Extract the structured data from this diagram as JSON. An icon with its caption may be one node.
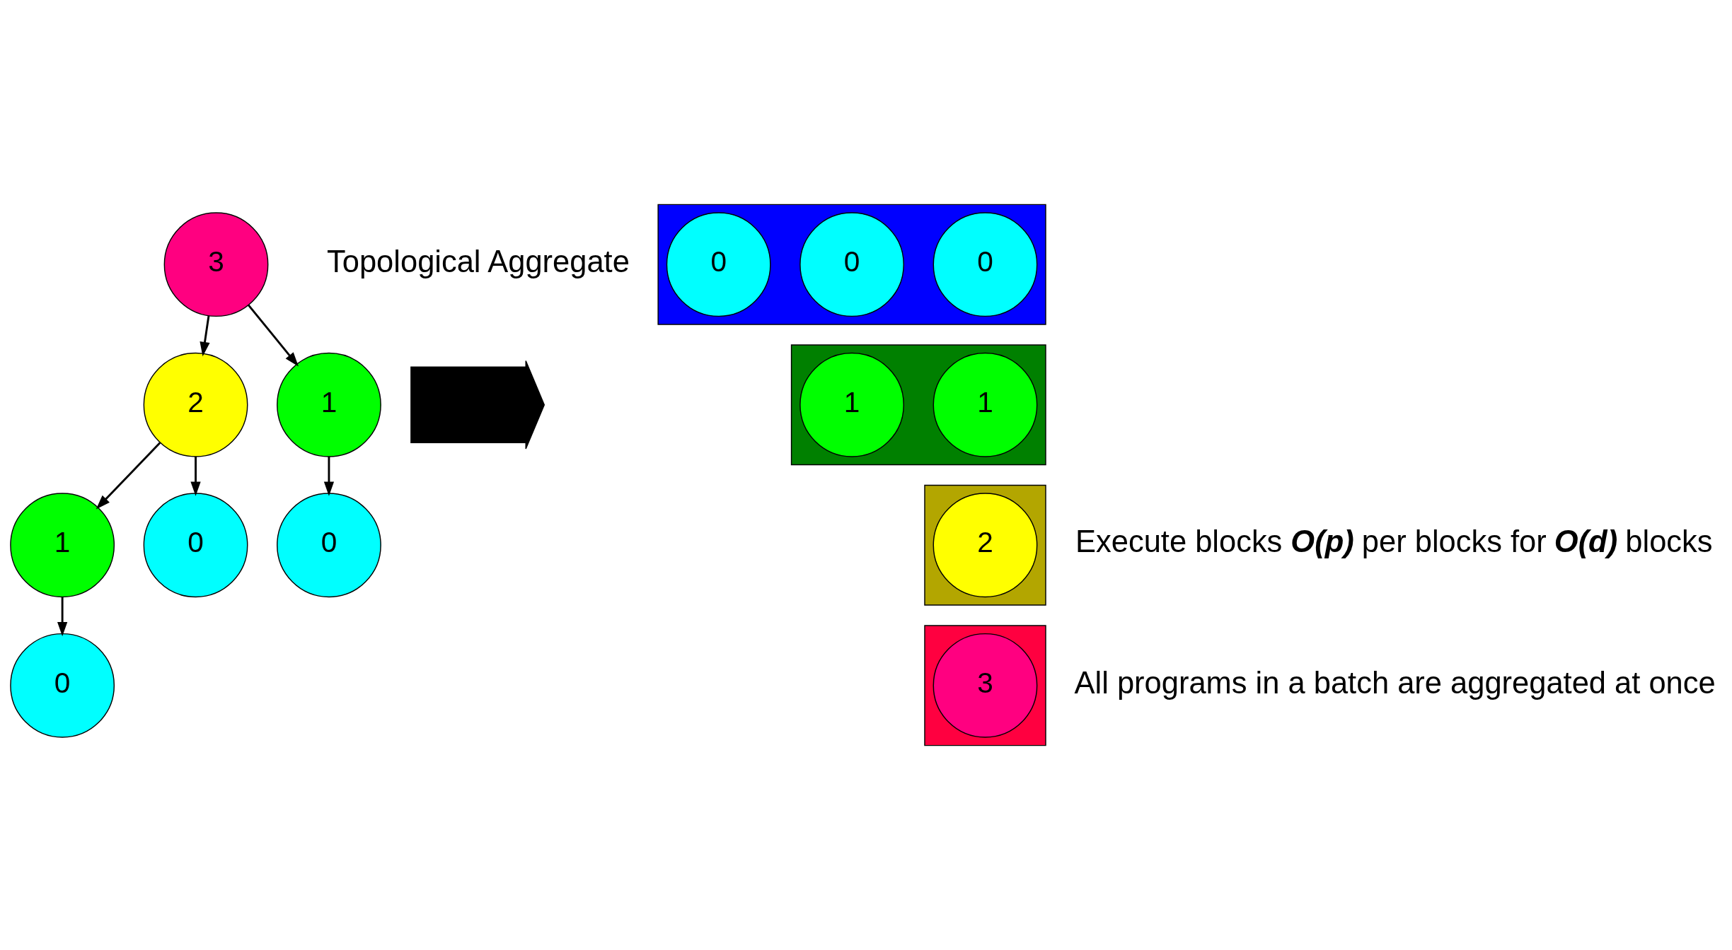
{
  "diagram": {
    "nodes": [
      {
        "text": [
          "3"
        ]
      },
      {
        "text": [
          "2"
        ]
      },
      {
        "text": [
          "1"
        ]
      },
      {
        "text": [
          "1"
        ]
      },
      {
        "text": [
          "0"
        ]
      },
      {
        "text": [
          "0"
        ]
      },
      {
        "text": [
          "0"
        ]
      },
      {
        "text": [],
        "shape": "arrow"
      },
      {
        "text": [],
        "shape": "box"
      },
      {
        "text": [
          "0"
        ],
        "in": 8
      },
      {
        "text": [
          "0"
        ],
        "in": 8
      },
      {
        "text": [
          "0"
        ],
        "in": 8
      },
      {
        "text": [],
        "shape": "box"
      },
      {
        "text": [
          "1"
        ],
        "in": 12
      },
      {
        "text": [
          "1"
        ],
        "in": 12
      },
      {
        "text": [],
        "shape": "box"
      },
      {
        "text": [
          "2"
        ],
        "in": 15
      },
      {
        "text": [],
        "shape": "box"
      },
      {
        "text": [
          "3"
        ],
        "in": 17
      }
    ],
    "edges": [
      {
        "from": 0,
        "to": 1,
        "arrow": "to"
      },
      {
        "from": 0,
        "to": 2,
        "arrow": "to"
      },
      {
        "from": 1,
        "to": 3,
        "arrow": "to"
      },
      {
        "from": 1,
        "to": 4,
        "arrow": "to"
      },
      {
        "from": 2,
        "to": 5,
        "arrow": "to"
      },
      {
        "from": 3,
        "to": 6,
        "arrow": "to"
      }
    ],
    "labels": [
      "Topological Aggregate",
      "Execute blocks **O(p)** per blocks for **O(d)** blocks",
      "All programs in a batch are aggregated at once"
    ]
  }
}
